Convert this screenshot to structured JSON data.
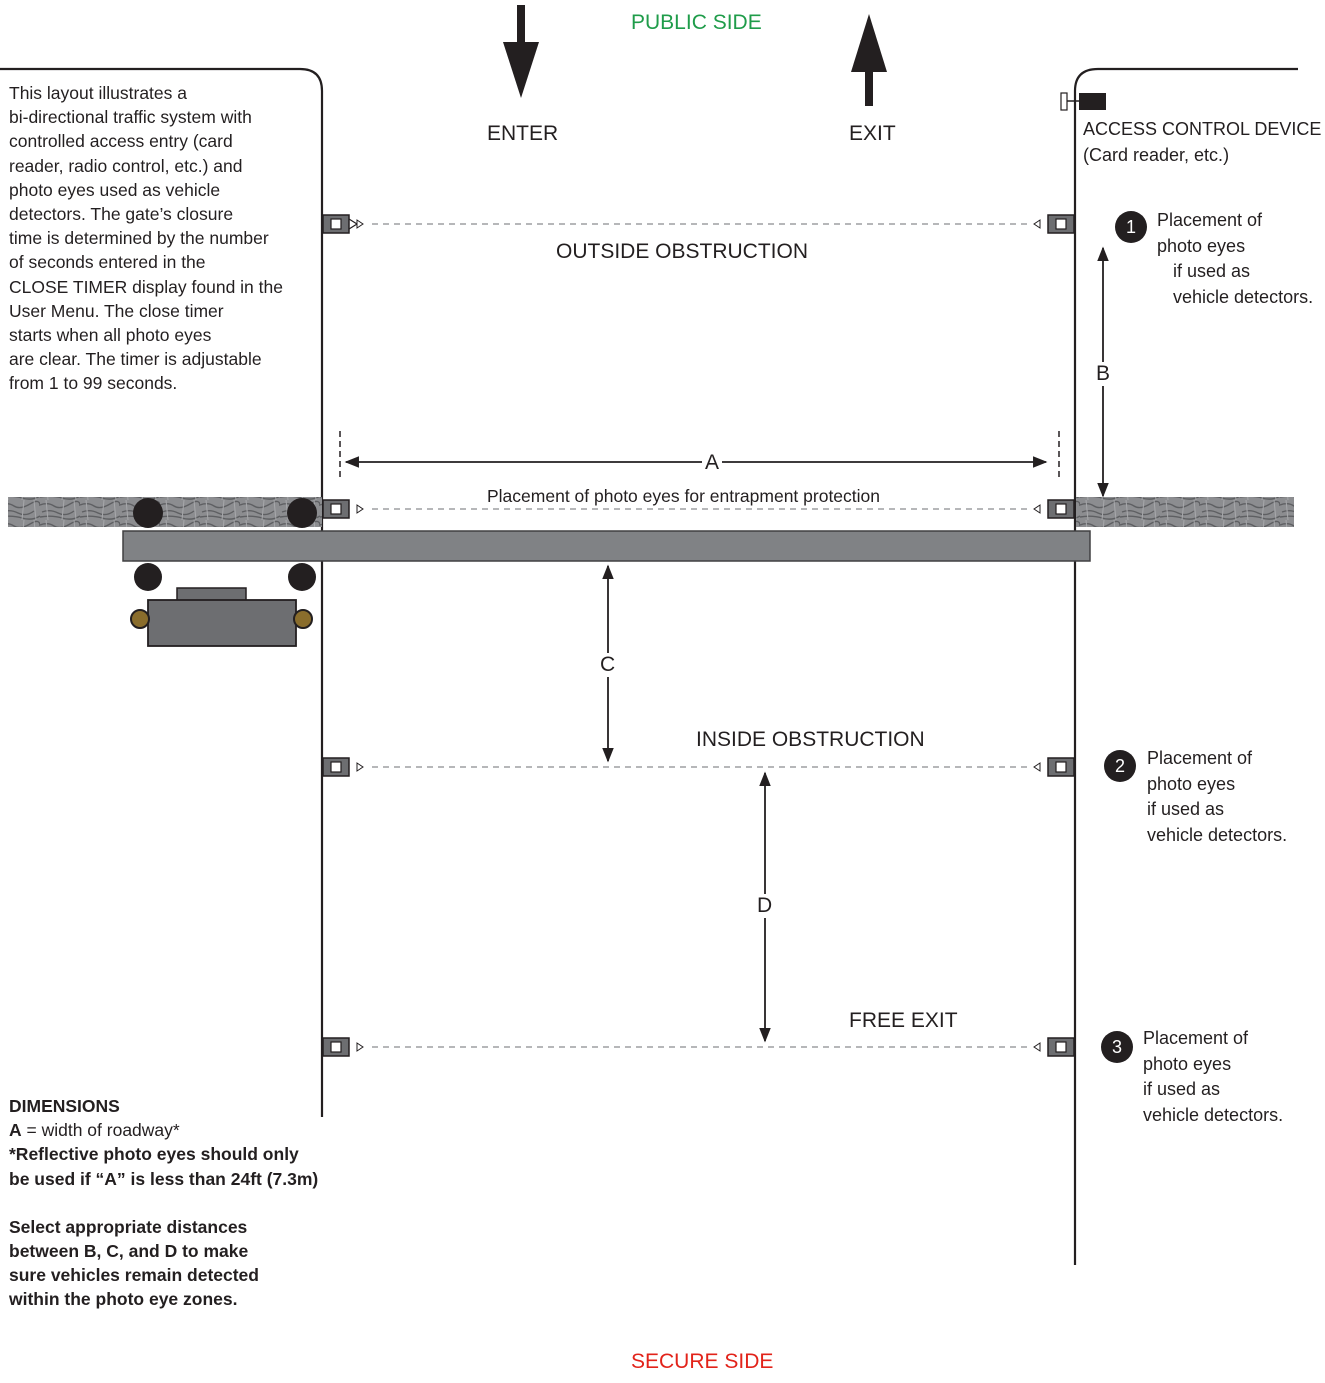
{
  "sides": {
    "public": "PUBLIC SIDE",
    "secure": "SECURE SIDE"
  },
  "traffic": {
    "enter": "ENTER",
    "exit": "EXIT"
  },
  "description": [
    "This layout illustrates a",
    "bi-directional traffic system with",
    "controlled access entry (card",
    "reader, radio control, etc.) and",
    "photo eyes used as vehicle",
    "detectors. The gate’s closure",
    "time is determined by the number",
    "of seconds entered in the",
    "CLOSE TIMER display found in the",
    "User Menu. The close timer",
    "starts when all photo eyes",
    "are  clear. The timer is adjustable",
    "from 1 to 99 seconds."
  ],
  "access_device": {
    "line1": "ACCESS CONTROL DEVICE",
    "line2": "(Card reader, etc.)"
  },
  "zones": {
    "outside": "OUTSIDE OBSTRUCTION",
    "entrapment": "Placement of photo eyes for entrapment protection",
    "inside": "INSIDE OBSTRUCTION",
    "free_exit": "FREE EXIT"
  },
  "placements": [
    {
      "number": "1",
      "lines": [
        "Placement of",
        "photo eyes",
        "if used as",
        "vehicle detectors."
      ]
    },
    {
      "number": "2",
      "lines": [
        "Placement of",
        "photo eyes",
        "if used as",
        "vehicle detectors."
      ]
    },
    {
      "number": "3",
      "lines": [
        "Placement of",
        "photo eyes",
        "if used as",
        "vehicle detectors."
      ]
    }
  ],
  "dimension_labels": {
    "a": "A",
    "b": "B",
    "c": "C",
    "d": "D"
  },
  "dimensions": {
    "heading": "DIMENSIONS",
    "a_key": "A",
    "a_text": " = width of roadway*",
    "warning1": "*Reflective photo eyes should only",
    "warning2": "be used if “A” is less than 24ft (7.3m)",
    "select": [
      "Select appropriate distances",
      "between B, C, and D to make",
      "sure vehicles remain detected",
      "within the photo eye zones."
    ]
  },
  "colors": {
    "public": "#1f9c4a",
    "secure": "#e2231a",
    "gate": "#808285",
    "line": "#231f20",
    "beam": "#9d9fa2"
  }
}
